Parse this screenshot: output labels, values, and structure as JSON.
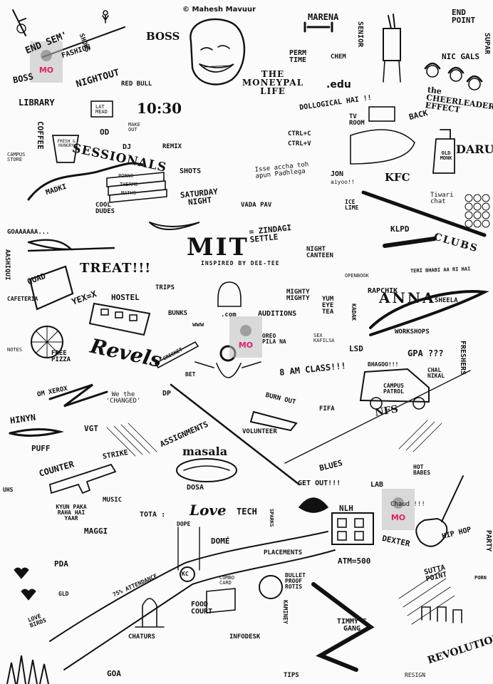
{
  "credit": "© Mahesh Mavuur",
  "stamp_text": "MO",
  "labels": {
    "end_sem": "END SEM'",
    "fashion": "FASHION",
    "shows": "SHOWS",
    "boss_top": "BOSS",
    "marena": "MARENA",
    "perm_time": "PERM TIME",
    "chem": "CHEM",
    "senior": "SENIOR",
    "end_point": "END POINT",
    "supar": "SUPAR",
    "boss_left": "BOSS",
    "nightout": "NIGHTOUT",
    "redbull": "RED BULL",
    "moneypal": "THE MONEYPAL LIFE",
    "dot_edu": ".edu",
    "nic_gals": "NIC GALS",
    "cheerleader": "the CHEERLEADER EFFECT",
    "library": "LIBRARY",
    "lat_mead": "LAT MEAD",
    "time_1030": "10:30",
    "dollogical": "DOLLOGICAL HAI !!",
    "tv_room": "TV ROOM",
    "back": "BACK",
    "coffee": "COFFEE",
    "fresh_hungry": "FRESH & HUNGRY",
    "od": "OD",
    "make_out": "MAKE OUT",
    "dj": "DJ",
    "remix": "REMIX",
    "ctrlc": "CTRL+C",
    "ctrlv": "CTRL+V",
    "old_monk": "OLD MONK",
    "darup": "DARU",
    "campus_store": "CAMPUS STORE",
    "sessionals": "SESSIONALS",
    "porno": "PORNO",
    "thermo": "THERMO",
    "maths": "MATHS",
    "shots": "SHOTS",
    "isse_accha": "Isse accha toh apun Padhlega",
    "jon": "JON",
    "aiyoo": "aiyoo!!",
    "kfc": "KFC",
    "tiwari_chat": "Tiwari chat",
    "madki": "MADKI",
    "cool_dudes": "COOL DUDES",
    "saturday_night": "SATURDAY NIGHT",
    "vada_pav": "VADA PAV",
    "ice_lime": "ICE LIME",
    "klpd": "KLPD",
    "goaaaa": "GOAAAAAA...",
    "clubs": "CLUBS",
    "mit": "MIT",
    "zindagi": "= ZINDAGI SETTLE",
    "inspired": "INSPIRED BY DEE-TEE",
    "night_canteen": "NIGHT CANTEEN",
    "openbook": "OPENBOOK",
    "teri_bhabi": "TERI BHABI AA RI HAI",
    "aashiqui": "AASHIQUI",
    "quad": "QUAD",
    "treat": "TREAT!!!",
    "trips": "TRIPS",
    "mighty": "MIGHTY MIGHTY",
    "rapchik": "RAPCHIK",
    "cafeteria": "CAFETERIA",
    "yex": "YEX=X",
    "hostel": "HOSTEL",
    "bunks": "BUNKS",
    "com": ".com",
    "auditions": "AUDITIONS",
    "yum_eye_tea": "YUM EYE TEA",
    "kadak": "KADAK",
    "anna": "ANNA",
    "sheela": "SHEELA",
    "workshops": "WORKSHOPS",
    "notes": "NOTES",
    "free_pizza": "FREE PIZZA",
    "revels": "Revels",
    "www": "www",
    "oreo": "OREO PILA NA",
    "sex_kafilsa": "SEX KAFILSA",
    "lsd": "LSD",
    "gpa": "GPA ???",
    "freshers": "FRESHERS",
    "om_xerox": "OM XEROX",
    "cricket": "CRICKET",
    "bet": "BET",
    "eight_am": "8 AM CLASS!!!",
    "bhagoo": "BHAGOO!!!",
    "chal_nikal": "CHAL NIKAL",
    "we_changed": "We the 'CHANGED'",
    "dp": "DP",
    "campus_patrol": "CAMPUS PATROL",
    "hinyn": "HINYN",
    "burn_out": "BURN OUT",
    "fifa": "FIFA",
    "vgt": "VGT",
    "assignments": "ASSIGNMENTS",
    "nfs": "NFS",
    "volunteer": "VOLUNTEER",
    "puff": "PUFF",
    "counter": "COUNTER",
    "strike": "STRIKE",
    "masala": "masala",
    "dosa": "DOSA",
    "blues": "BLUES",
    "hot_babes": "HOT BABES",
    "uhs": "UHS",
    "get_out": "GET OUT!!!",
    "lab": "LAB",
    "music": "MUSIC",
    "kyun_paka": "KYUN PAKA RAHA HAI YAAR",
    "tota": "TOTA :",
    "love": "Love",
    "tech": "TECH",
    "sparks": "SPARKS",
    "nlh": "NLH",
    "chaud": "Chaud !!!",
    "maggi": "MAGGI",
    "dope": "DOPE",
    "dome": "DOMÉ",
    "dexter": "DEXTER",
    "hip_hop": "HIP HOP",
    "party": "PARTY",
    "pda": "PDA",
    "attendance": "75% ATTENDANCE",
    "kc": "KC",
    "placements": "PLACEMENTS",
    "atm": "ATM=500",
    "sutta_point": "SUTTA POINT",
    "porn": "PORN",
    "gld": "GLD",
    "combo_card": "COMBO CARD",
    "bullet_proof": "BULLET PROOF ROTIS",
    "love_birds": "LOVE BIRDS",
    "food_court": "FOOD COURT",
    "kaminey": "KAMINEY",
    "timmys_gang": "TIMMY'S GANG",
    "chaturs": "CHATURS",
    "infodesk": "INFODESK",
    "revolution": "REVOLUTION",
    "resign": "RESIGN",
    "tips": "TIPS",
    "goaa_bottom": "GOA"
  }
}
